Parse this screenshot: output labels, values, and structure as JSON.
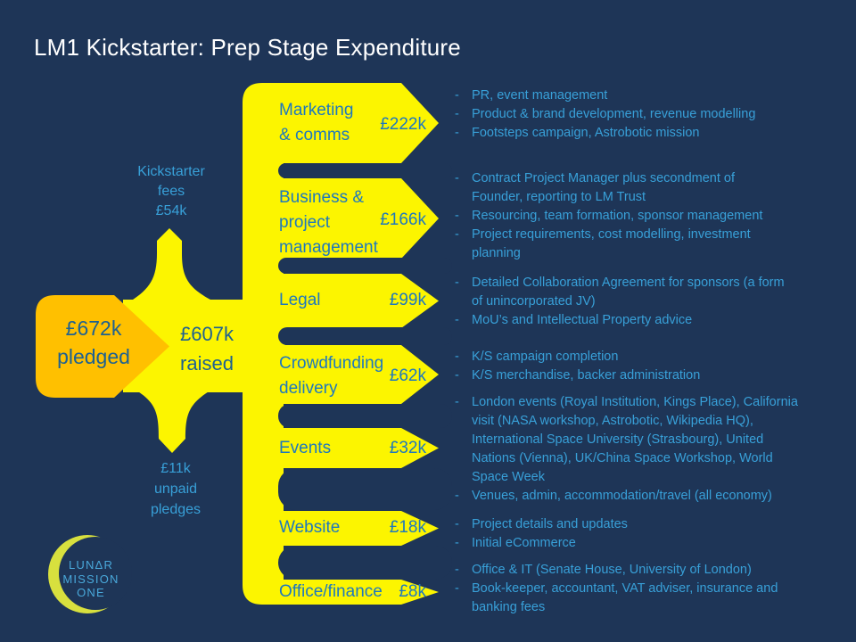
{
  "slide": {
    "title": "LM1 Kickstarter: Prep Stage Expenditure"
  },
  "colors": {
    "background": "#1E3557",
    "flow_yellow": "#FCF500",
    "pledged_orange": "#FFC000",
    "body_text_blue": "#38A0D8",
    "flow_label_blue": "#1E78BE",
    "amount_text_blue": "#1E6191",
    "title_white": "#FFFFFF",
    "logo_crescent": "#D8E03E",
    "logo_text_blue": "#49A8DA"
  },
  "bullet_marker": "-",
  "source_flow": {
    "pledged": {
      "amount": "£672k",
      "label": "pledged"
    },
    "raised": {
      "amount": "£607k",
      "label": "raised"
    },
    "kickstarter_fees": {
      "lines": [
        "Kickstarter",
        "fees",
        "£54k"
      ]
    },
    "unpaid_pledges": {
      "lines": [
        "£11k",
        "unpaid",
        "pledges"
      ]
    }
  },
  "categories": [
    {
      "label": "Marketing\n& comms",
      "value": "£222k",
      "bullets": [
        "PR, event management",
        "Product & brand development, revenue modelling",
        "Footsteps campaign, Astrobotic mission"
      ]
    },
    {
      "label": "Business &\nproject\nmanagement",
      "value": "£166k",
      "bullets": [
        "Contract Project Manager plus secondment of\nFounder, reporting to LM Trust",
        "Resourcing, team formation, sponsor management",
        "Project requirements, cost modelling, investment\nplanning"
      ]
    },
    {
      "label": "Legal",
      "value": "£99k",
      "bullets": [
        "Detailed Collaboration Agreement for sponsors (a form\nof unincorporated JV)",
        "MoU’s and Intellectual Property advice"
      ]
    },
    {
      "label": "Crowdfunding\ndelivery",
      "value": "£62k",
      "bullets": [
        "K/S campaign completion",
        "K/S merchandise, backer administration"
      ]
    },
    {
      "label": "Events",
      "value": "£32k",
      "bullets": [
        "London events (Royal Institution, Kings Place), California\nvisit (NASA workshop, Astrobotic, Wikipedia HQ),\nInternational Space University (Strasbourg), United\nNations (Vienna), UK/China Space Workshop, World\nSpace Week",
        "Venues, admin, accommodation/travel (all economy)"
      ]
    },
    {
      "label": "Website",
      "value": "£18k",
      "bullets": [
        "Project details and updates",
        "Initial eCommerce"
      ]
    },
    {
      "label": "Office/finance",
      "value": "£8k",
      "bullets": [
        "Office & IT (Senate House, University of London)",
        "Book-keeper, accountant, VAT adviser, insurance and\nbanking fees"
      ]
    }
  ],
  "logo": {
    "lines": [
      "LUNΔR",
      "MISSION",
      "ONE"
    ]
  }
}
